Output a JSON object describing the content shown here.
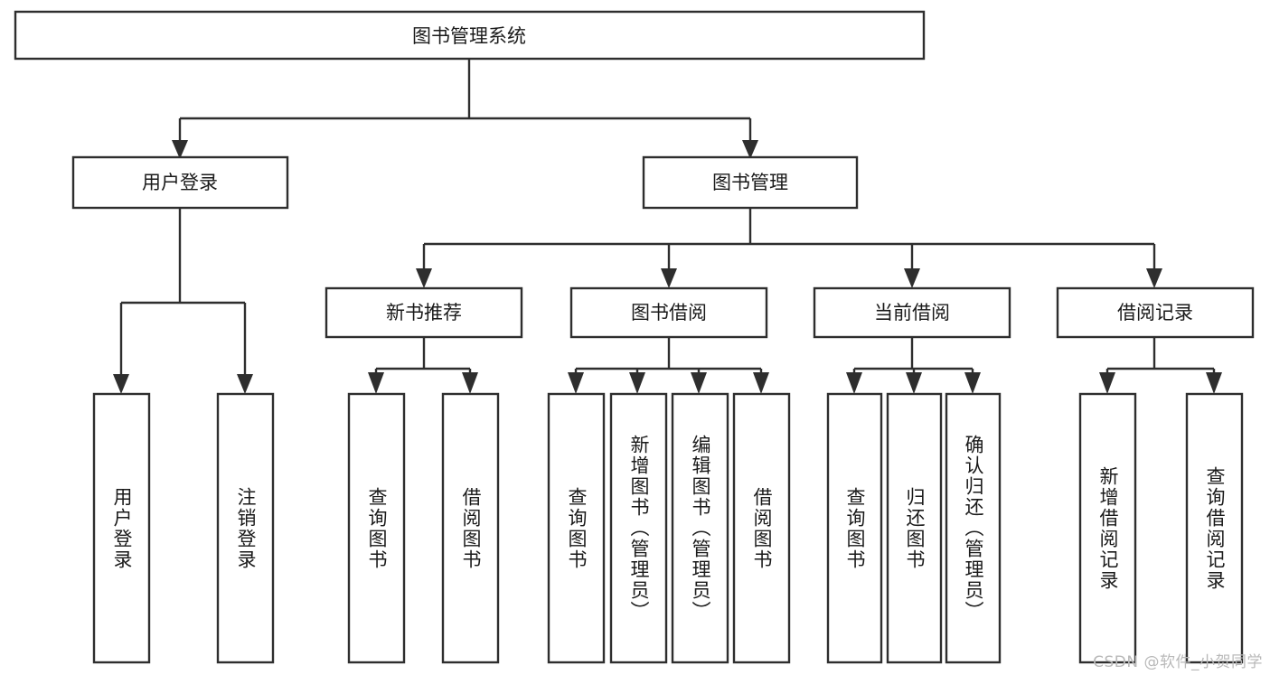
{
  "diagram": {
    "title": "图书管理系统",
    "type": "tree-hierarchy",
    "watermark": "CSDN @软件_小贺同学",
    "colors": {
      "stroke": "#2e2e2e",
      "fill": "#ffffff",
      "text": "#1a1a1a",
      "watermark": "#b9b9b9"
    },
    "root": {
      "label": "图书管理系统"
    },
    "level2": [
      {
        "label": "用户登录"
      },
      {
        "label": "图书管理"
      }
    ],
    "level3": [
      {
        "label": "新书推荐"
      },
      {
        "label": "图书借阅"
      },
      {
        "label": "当前借阅"
      },
      {
        "label": "借阅记录"
      }
    ],
    "leaves": {
      "user_login": [
        {
          "label": "用户登录"
        },
        {
          "label": "注销登录"
        }
      ],
      "new_book": [
        {
          "label": "查询图书"
        },
        {
          "label": "借阅图书"
        }
      ],
      "book_borrow": [
        {
          "label": "查询图书"
        },
        {
          "label": "新增图书（管理员）"
        },
        {
          "label": "编辑图书（管理员）"
        },
        {
          "label": "借阅图书"
        }
      ],
      "current_borrow": [
        {
          "label": "查询图书"
        },
        {
          "label": "归还图书"
        },
        {
          "label": "确认归还（管理员）"
        }
      ],
      "borrow_record": [
        {
          "label": "新增借阅记录"
        },
        {
          "label": "查询借阅记录"
        }
      ]
    }
  }
}
